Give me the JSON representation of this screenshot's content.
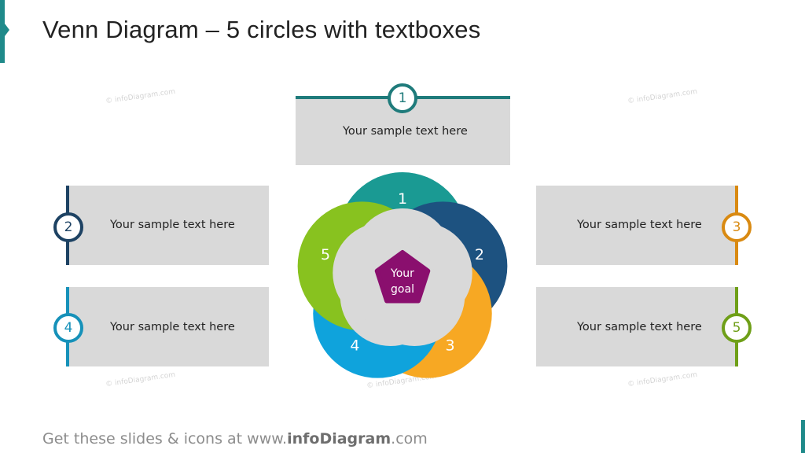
{
  "title": "Venn Diagram – 5 circles with textboxes",
  "footer": {
    "prefix": "Get these slides & icons at www.",
    "brand": "infoDiagram",
    "suffix": ".com"
  },
  "watermark": "© infoDiagram.com",
  "colors": {
    "c1": "#1a9a93",
    "c2": "#1d5280",
    "c3": "#f7a823",
    "c4": "#0fa3dc",
    "c5": "#88c21f",
    "goal": "#8a0f6e",
    "box": "#d9d9d9",
    "teal_line": "#1f7b7b"
  },
  "boxes": [
    {
      "number": "1",
      "text": "Your sample text here"
    },
    {
      "number": "2",
      "text": "Your sample text here"
    },
    {
      "number": "3",
      "text": "Your sample text here"
    },
    {
      "number": "4",
      "text": "Your sample text here"
    },
    {
      "number": "5",
      "text": "Your sample text here"
    }
  ],
  "venn": {
    "labels": [
      "1",
      "2",
      "3",
      "4",
      "5"
    ],
    "goal_line1": "Your",
    "goal_line2": "goal"
  }
}
